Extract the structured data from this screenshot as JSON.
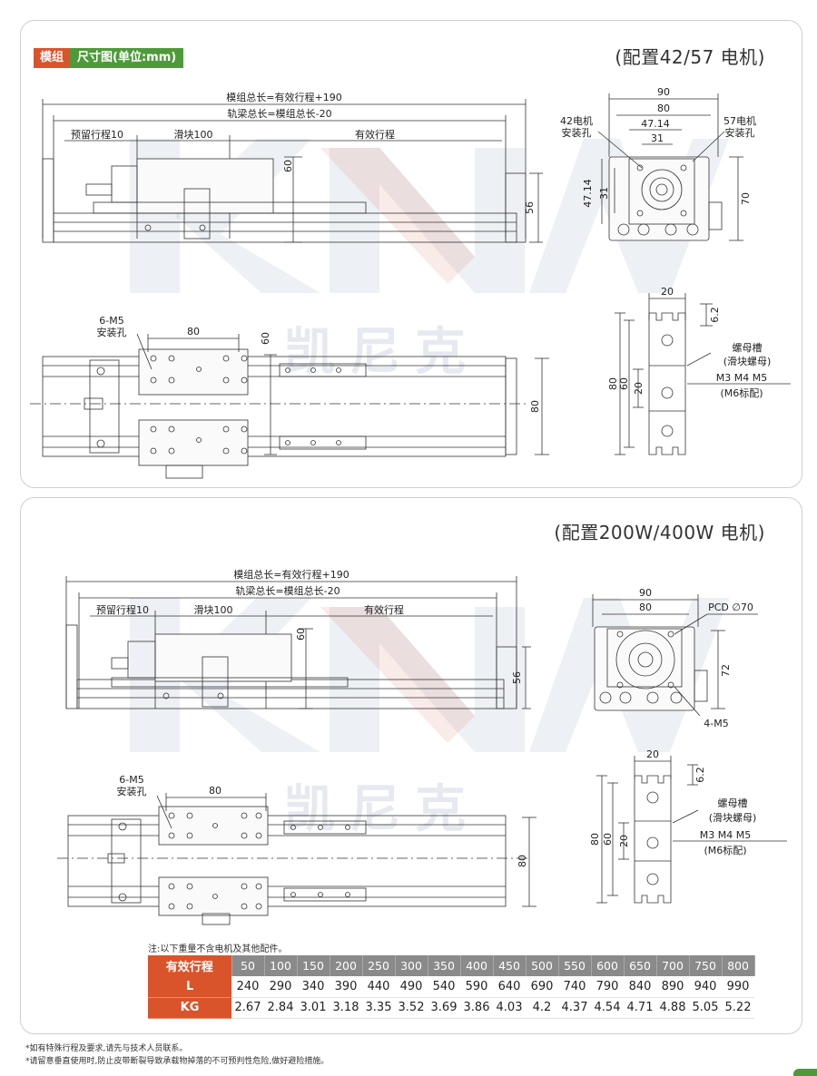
{
  "header": {
    "tag_module": "模组",
    "tag_dims": "尺寸图(单位:mm)"
  },
  "watermark": {
    "brand_cn": "凯尼克"
  },
  "panel1": {
    "title": "(配置42/57 电机)",
    "side": {
      "total_len": "模组总长=有效行程+190",
      "rail_len": "轨梁总长=模组总长-20",
      "reserve": "预留行程10",
      "slider": "滑块100",
      "effective": "有效行程",
      "h60": "60",
      "h56": "56"
    },
    "end": {
      "d90": "90",
      "d80": "80",
      "d4714": "47.14",
      "d31": "31",
      "m42_l1": "42电机",
      "m42_l2": "安装孔",
      "m57_l1": "57电机",
      "m57_l2": "安装孔",
      "v4714": "47.14",
      "v31": "31",
      "v70": "70"
    },
    "top": {
      "holes_l1": "6-M5",
      "holes_l2": "安装孔",
      "w80": "80",
      "v60": "60",
      "v80": "80"
    },
    "profile": {
      "w20": "20",
      "d62": "6.2",
      "v80": "80",
      "v60": "60",
      "v20": "20",
      "slot_l1": "螺母槽",
      "slot_l2": "(滑块螺母)",
      "nuts": "M3 M4 M5",
      "std": "(M6标配)"
    }
  },
  "panel2": {
    "title": "(配置200W/400W 电机)",
    "side": {
      "total_len": "模组总长=有效行程+190",
      "rail_len": "轨梁总长=模组总长-20",
      "reserve": "预留行程10",
      "slider": "滑块100",
      "effective": "有效行程",
      "h60": "60",
      "h56": "56"
    },
    "end": {
      "d90": "90",
      "d80": "80",
      "pcd": "PCD ∅70",
      "v72": "72",
      "m5": "4-M5"
    },
    "top": {
      "holes_l1": "6-M5",
      "holes_l2": "安装孔",
      "w80": "80",
      "v80": "80"
    },
    "profile": {
      "w20": "20",
      "d62": "6.2",
      "v80": "80",
      "v60": "60",
      "v20": "20",
      "slot_l1": "螺母槽",
      "slot_l2": "(滑块螺母)",
      "nuts": "M3 M4 M5",
      "std": "(M6标配)"
    }
  },
  "spec": {
    "note": "注:以下重量不含电机及其他配件。",
    "head_label": "有效行程",
    "strokes": [
      "50",
      "100",
      "150",
      "200",
      "250",
      "300",
      "350",
      "400",
      "450",
      "500",
      "550",
      "600",
      "650",
      "700",
      "750",
      "800"
    ],
    "rows": [
      {
        "label": "L",
        "values": [
          "240",
          "290",
          "340",
          "390",
          "440",
          "490",
          "540",
          "590",
          "640",
          "690",
          "740",
          "790",
          "840",
          "890",
          "940",
          "990"
        ]
      },
      {
        "label": "KG",
        "values": [
          "2.67",
          "2.84",
          "3.01",
          "3.18",
          "3.35",
          "3.52",
          "3.69",
          "3.86",
          "4.03",
          "4.2",
          "4.37",
          "4.54",
          "4.71",
          "4.88",
          "5.05",
          "5.22"
        ]
      }
    ]
  },
  "footnotes": [
    "*如有特殊行程及要求,请先与技术人员联系。",
    "*请留意垂直使用时,防止皮带断裂导致承载物掉落的不可预判性危险,做好避险措施。"
  ],
  "colors": {
    "accent_orange": "#d9542b",
    "accent_green": "#4e9a3a",
    "table_header": "#8a8a8a"
  }
}
